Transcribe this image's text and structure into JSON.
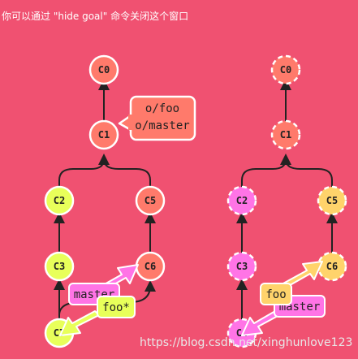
{
  "hint": "你可以通过 \"hide goal\" 命令关闭这个窗口",
  "watermark": "https://blog.csdn.net/xinghunlove123",
  "colors": {
    "background": "#f05171",
    "orange": "#ff7a6b",
    "yellow": "#e8ff5a",
    "pink": "#ff74e6",
    "gold": "#ffd36b",
    "line": "#222222"
  },
  "current": {
    "nodes": [
      {
        "id": "C0",
        "color": "orange",
        "dashed": false
      },
      {
        "id": "C1",
        "color": "orange",
        "dashed": false
      },
      {
        "id": "C2",
        "color": "yellow",
        "dashed": false
      },
      {
        "id": "C3",
        "color": "yellow",
        "dashed": false
      },
      {
        "id": "C5",
        "color": "orange",
        "dashed": false
      },
      {
        "id": "C6",
        "color": "orange",
        "dashed": false
      },
      {
        "id": "C7",
        "color": "yellow",
        "dashed": false
      }
    ],
    "remote_tag": {
      "lines": [
        "o/foo",
        "o/master"
      ],
      "target": "C1"
    },
    "branches": [
      {
        "label": "master",
        "color": "pink",
        "target": "C6"
      },
      {
        "label": "foo*",
        "color": "yellow",
        "target": "C7"
      }
    ]
  },
  "goal": {
    "nodes": [
      {
        "id": "C0",
        "color": "orange",
        "dashed": true
      },
      {
        "id": "C1",
        "color": "orange",
        "dashed": true
      },
      {
        "id": "C2",
        "color": "pink",
        "dashed": true
      },
      {
        "id": "C3",
        "color": "pink",
        "dashed": true
      },
      {
        "id": "C5",
        "color": "gold",
        "dashed": true
      },
      {
        "id": "C6",
        "color": "gold",
        "dashed": true
      },
      {
        "id": "C4",
        "color": "pink",
        "dashed": true
      }
    ],
    "branches": [
      {
        "label": "foo",
        "color": "gold",
        "target": "C6"
      },
      {
        "label": "master",
        "color": "pink",
        "target": "C4"
      }
    ]
  }
}
